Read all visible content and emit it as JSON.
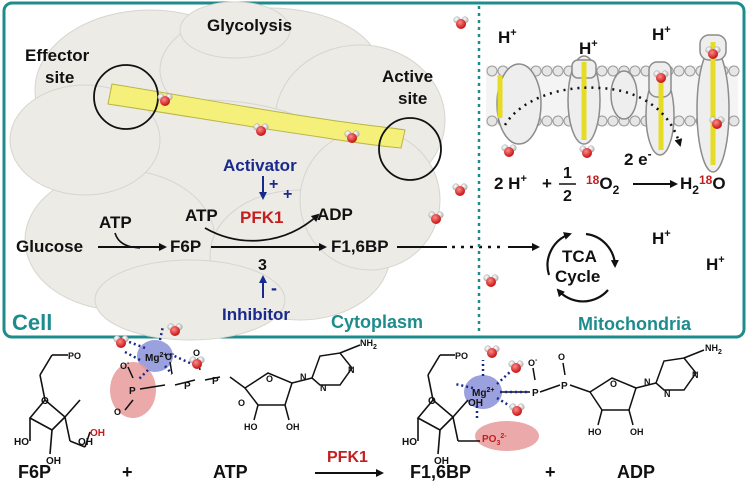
{
  "top_panel": {
    "title": "Glycolysis",
    "effector_site": [
      "Effector",
      "site"
    ],
    "active_site": [
      "Active",
      "site"
    ],
    "activator": "Activator",
    "activator_signs": [
      "+",
      "+"
    ],
    "inhibitor": "Inhibitor",
    "inhibitor_sign": "-",
    "enzyme": "PFK1",
    "enzyme_index": "3",
    "atp_glucose": "ATP",
    "atp_enzyme": "ATP",
    "adp": "ADP",
    "glucose": "Glucose",
    "f6p": "F6P",
    "f16bp": "F1,6BP",
    "tca_line1": "TCA",
    "tca_line2": "Cycle",
    "compartment_cell": "Cell",
    "compartment_cytoplasm": "Cytoplasm",
    "compartment_mito": "Mitochondria",
    "proton": "H",
    "proton_charge": "+",
    "electrons": "2 e",
    "electrons_charge": "-",
    "eq_lhs": "2 H",
    "eq_plus": "+",
    "eq_num": "1",
    "eq_den": "2",
    "eq_isotope": "18",
    "eq_o": "O",
    "eq_o_sub": "2",
    "eq_h2": "H",
    "eq_h2_sub": "2",
    "eq_rhs_o": "O"
  },
  "bottom_panel": {
    "reactant1": "F6P",
    "plus1": "+",
    "reactant2": "ATP",
    "arrow_label": "PFK1",
    "product1": "F1,6BP",
    "plus2": "+",
    "product2": "ADP",
    "mg": "Mg",
    "mg_charge": "2+",
    "phosphate_group": "PO",
    "phosphate_sub": "3",
    "phosphate_charge": "2-",
    "phosphoryl_charge": "2-",
    "atom_o": "O",
    "atom_p": "P",
    "atom_oh": "OH",
    "atom_ho": "HO",
    "atom_n": "N",
    "atom_nh2": "NH",
    "nh2_sub": "2",
    "o_minus": "O",
    "minus": "-"
  },
  "colors": {
    "panel_border": "#1e8c8c",
    "teal_text": "#1e8c8c",
    "navy_text": "#1a2a8c",
    "red_text": "#c41e1e",
    "mg_blob": "#8a8fd8",
    "phosphate_blob": "#e79a9a",
    "helix": "#f5f07a"
  }
}
